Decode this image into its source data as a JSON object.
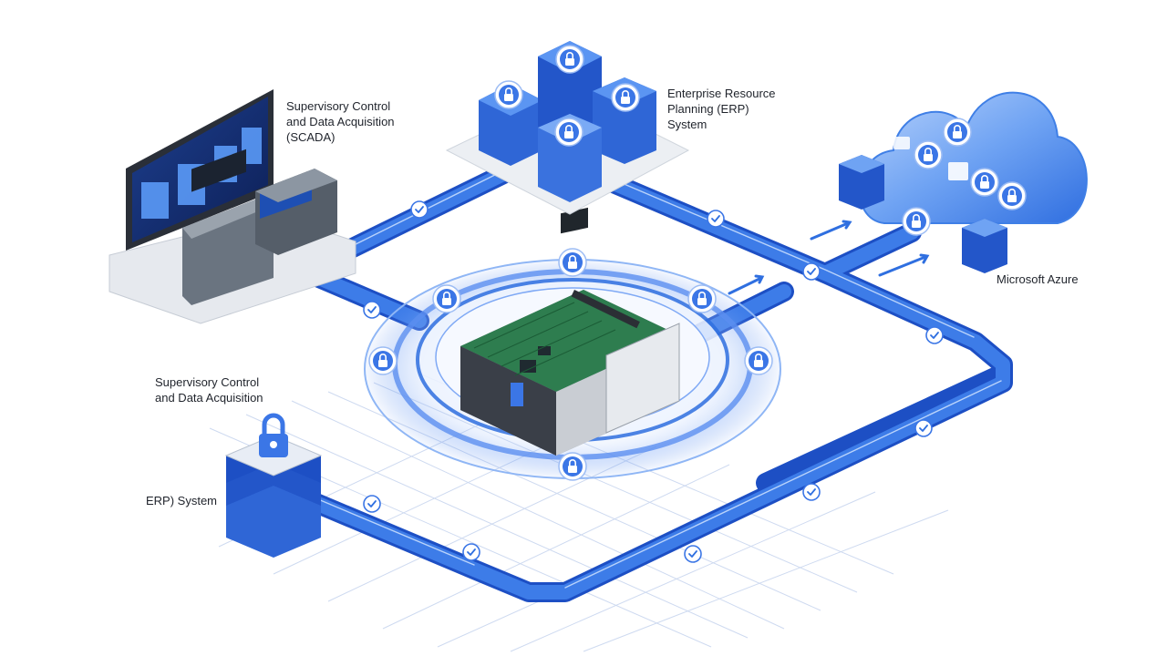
{
  "labels": {
    "scada_top": "Supervisory Control\nand Data Acquisition\n(SCADA)",
    "erp_top": "Enterprise Resource\nPlanning (ERP)\nSystem",
    "azure": "Microsoft Azure",
    "scada_left": "Supervisory Control\nand Data Acquisition",
    "erp_left": "ERP) System"
  },
  "colors": {
    "pipe": "#2f6fe0",
    "pipe_dark": "#1d4fc4",
    "pipe_light": "#8fb6f5",
    "ring": "#5b8ff0",
    "cloud": "#4f8df0",
    "pcb": "#2e7d4f",
    "grid": "#c9d6ef"
  },
  "icons": {
    "lock": "lock-icon",
    "check": "check-icon",
    "server": "server-icon",
    "cloud": "cloud-icon",
    "monitor": "monitor-icon",
    "circuit_board": "circuit-board-icon"
  }
}
